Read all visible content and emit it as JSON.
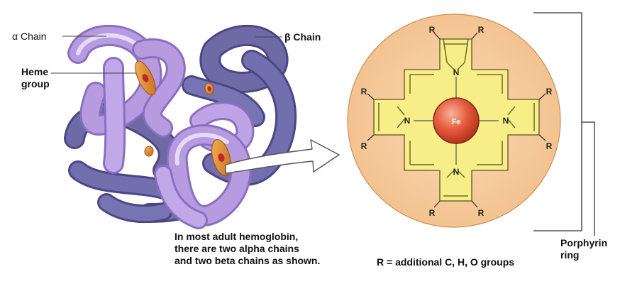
{
  "labels": {
    "alpha_chain": "α Chain",
    "beta_chain": "β Chain",
    "heme_group_line1": "Heme",
    "heme_group_line2": "group",
    "porphyrin_line1": "Porphyrin",
    "porphyrin_line2": "ring",
    "r_definition": "R = additional C, H, O groups"
  },
  "caption": {
    "line1": "In most adult hemoglobin,",
    "line2": "there are two alpha chains",
    "line3": "and two beta chains as shown."
  },
  "atoms": {
    "iron": "Fe",
    "nitrogen": "N",
    "r_group": "R"
  },
  "colors": {
    "alpha_chain": "#b79be0",
    "beta_chain": "#6e6aa6",
    "heme_disk": "#e08a2e",
    "ring_background": "#f6c99a",
    "porphyrin_fill": "#f7ee87",
    "iron": "#e45a3d"
  }
}
